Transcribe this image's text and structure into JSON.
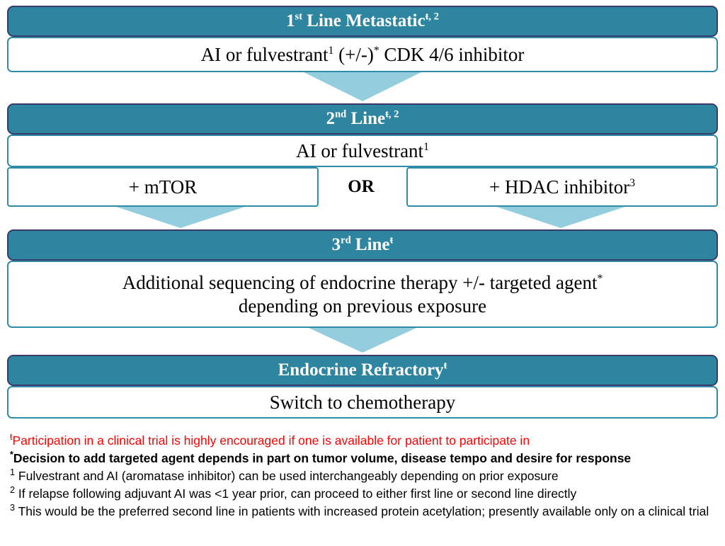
{
  "diagram": {
    "title": "Endocrine therapy sequencing flowchart",
    "colors": {
      "header_fill": "#2E85A0",
      "header_border": "#3B3B6B",
      "body_border": "#2E8CA6",
      "arrow_fill": "#94CDDD",
      "footnote_red": "#FF0000"
    },
    "stages": [
      {
        "id": "first-line-metastatic",
        "header": "1st Line Metastatic",
        "header_sup": "ŧ, 2",
        "header_ordinal": "1",
        "header_ordinal_suffix": "st",
        "header_rest": " Line Metastatic",
        "body": "AI or fulvestrant",
        "body_sup_1": "1",
        "body_mid": " (+/-)",
        "body_sup_2": "*",
        "body_end": " CDK 4/6 inhibitor"
      },
      {
        "id": "second-line",
        "header_ordinal": "2",
        "header_ordinal_suffix": "nd",
        "header_rest": " Line",
        "header_sup": "ŧ, 2",
        "body": "AI or fulvestrant",
        "body_sup_1": "1",
        "split": {
          "left": "+ mTOR",
          "or": "OR",
          "right": "+ HDAC inhibitor",
          "right_sup": "3"
        }
      },
      {
        "id": "third-line",
        "header_ordinal": "3",
        "header_ordinal_suffix": "rd",
        "header_rest": " Line",
        "header_sup": "ŧ",
        "body_line_1": "Additional sequencing of endocrine therapy +/- targeted agent",
        "body_line_1_sup": "*",
        "body_line_2": "depending on previous exposure"
      },
      {
        "id": "endocrine-refractory",
        "header_rest": "Endocrine Refractory",
        "header_sup": "ŧ",
        "body": "Switch to chemotherapy"
      }
    ],
    "footnotes": [
      {
        "marker": "ŧ",
        "text": "Participation in a clinical trial is highly encouraged if one is available for patient to participate in",
        "style": "red"
      },
      {
        "marker": "*",
        "text": "Decision to add targeted agent depends in part on tumor volume, disease tempo and desire for response",
        "style": "bold"
      },
      {
        "marker": "1",
        "text": "Fulvestrant and AI (aromatase inhibitor) can be used interchangeably depending on prior exposure",
        "style": "plain"
      },
      {
        "marker": "2",
        "text": "If relapse following adjuvant AI was <1 year prior, can proceed to either first line or second line directly",
        "style": "plain"
      },
      {
        "marker": "3",
        "text": "This would be the preferred second line in patients with increased protein acetylation; presently available only on a clinical trial",
        "style": "plain-wrap"
      }
    ]
  }
}
